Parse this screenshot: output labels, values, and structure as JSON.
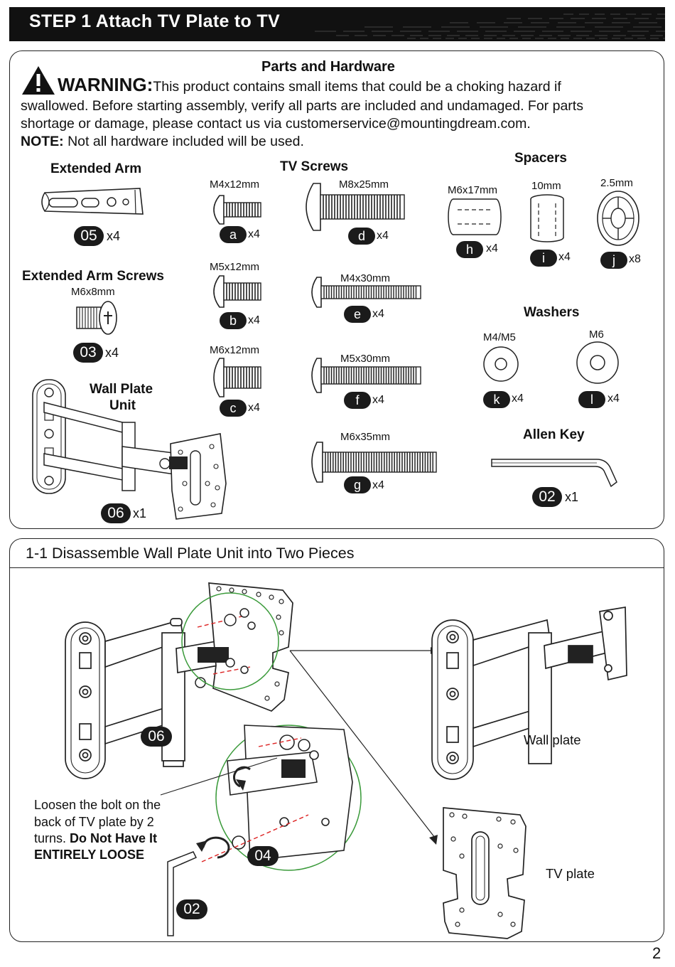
{
  "header": {
    "title": "STEP 1 Attach TV Plate to TV"
  },
  "parts": {
    "heading": "Parts and Hardware",
    "warning_label": "WARNING:",
    "warning_first": "This product contains small items that could be a choking hazard if",
    "warning_line2": "swallowed. Before starting assembly, verify all parts are included and undamaged. For parts",
    "warning_line3": "shortage or damage, please contact us via customerservice@mountingdream.com.",
    "note_label": "NOTE:",
    "note_text": " Not all hardware included will be used.",
    "extended_arm": {
      "title": "Extended Arm",
      "code": "05",
      "qty": "x4"
    },
    "extended_arm_screws": {
      "title": "Extended Arm Screws",
      "size": "M6x8mm",
      "code": "03",
      "qty": "x4"
    },
    "wall_plate_unit": {
      "title_line1": "Wall Plate",
      "title_line2": "Unit",
      "code": "06",
      "qty": "x1"
    },
    "tv_screws": {
      "title": "TV Screws",
      "items": [
        {
          "size": "M4x12mm",
          "code": "a",
          "qty": "x4"
        },
        {
          "size": "M5x12mm",
          "code": "b",
          "qty": "x4"
        },
        {
          "size": "M6x12mm",
          "code": "c",
          "qty": "x4"
        },
        {
          "size": "M8x25mm",
          "code": "d",
          "qty": "x4"
        },
        {
          "size": "M4x30mm",
          "code": "e",
          "qty": "x4"
        },
        {
          "size": "M5x30mm",
          "code": "f",
          "qty": "x4"
        },
        {
          "size": "M6x35mm",
          "code": "g",
          "qty": "x4"
        }
      ]
    },
    "spacers": {
      "title": "Spacers",
      "items": [
        {
          "size": "M6x17mm",
          "code": "h",
          "qty": "x4"
        },
        {
          "size": "10mm",
          "code": "i",
          "qty": "x4"
        },
        {
          "size": "2.5mm",
          "code": "j",
          "qty": "x8"
        }
      ]
    },
    "washers": {
      "title": "Washers",
      "items": [
        {
          "size": "M4/M5",
          "code": "k",
          "qty": "x4"
        },
        {
          "size": "M6",
          "code": "l",
          "qty": "x4"
        }
      ]
    },
    "allen_key": {
      "title": "Allen Key",
      "code": "02",
      "qty": "x1"
    }
  },
  "step11": {
    "title": "1-1 Disassemble Wall Plate Unit into Two Pieces",
    "callout_06": "06",
    "callout_04": "04",
    "callout_02": "02",
    "instruction_line1": "Loosen the bolt on the",
    "instruction_line2": "back of TV plate by 2",
    "instruction_line3_normal": "turns.",
    "instruction_line3_bold": " Do Not Have It",
    "instruction_line4_bold": "ENTIRELY  LOOSE",
    "wall_plate_label": "Wall plate",
    "tv_plate_label": "TV plate"
  },
  "footer": {
    "page_number": "2"
  }
}
